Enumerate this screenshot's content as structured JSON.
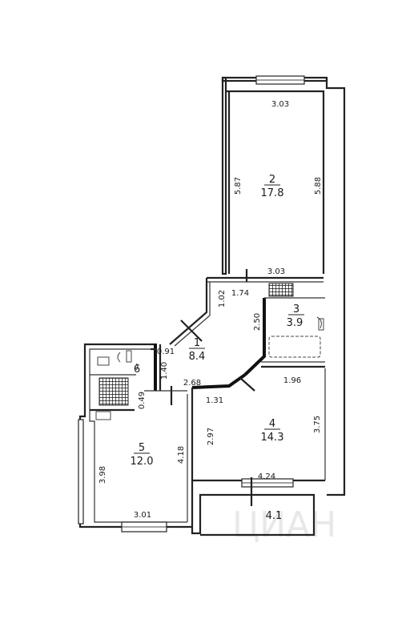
{
  "plan": {
    "rooms": [
      {
        "number": "1",
        "area": "8.4"
      },
      {
        "number": "2",
        "area": "17.8"
      },
      {
        "number": "3",
        "area": "3.9"
      },
      {
        "number": "4",
        "area": "14.3"
      },
      {
        "number": "5",
        "area": "12.0"
      },
      {
        "number": "6",
        "area": ""
      }
    ],
    "balcony": {
      "area": "4.1"
    },
    "dimensions": {
      "room2_top": "3.03",
      "room2_left": "5.87",
      "room2_right": "5.88",
      "room2_bottom": "3.03",
      "hall_top": "1.74",
      "hall_left": "1.02",
      "bath_left": "2.50",
      "hall_lower": "2.68",
      "hall_bottom": "1.31",
      "wc_left": "1.40",
      "wc_top": "0.91",
      "wc_bottom": "0.49",
      "room4_top": "1.96",
      "room4_right": "3.75",
      "room4_left": "2.97",
      "room4_bottom": "4.24",
      "room5_right": "4.18",
      "room5_left": "3.98",
      "room5_bottom": "3.01"
    }
  }
}
